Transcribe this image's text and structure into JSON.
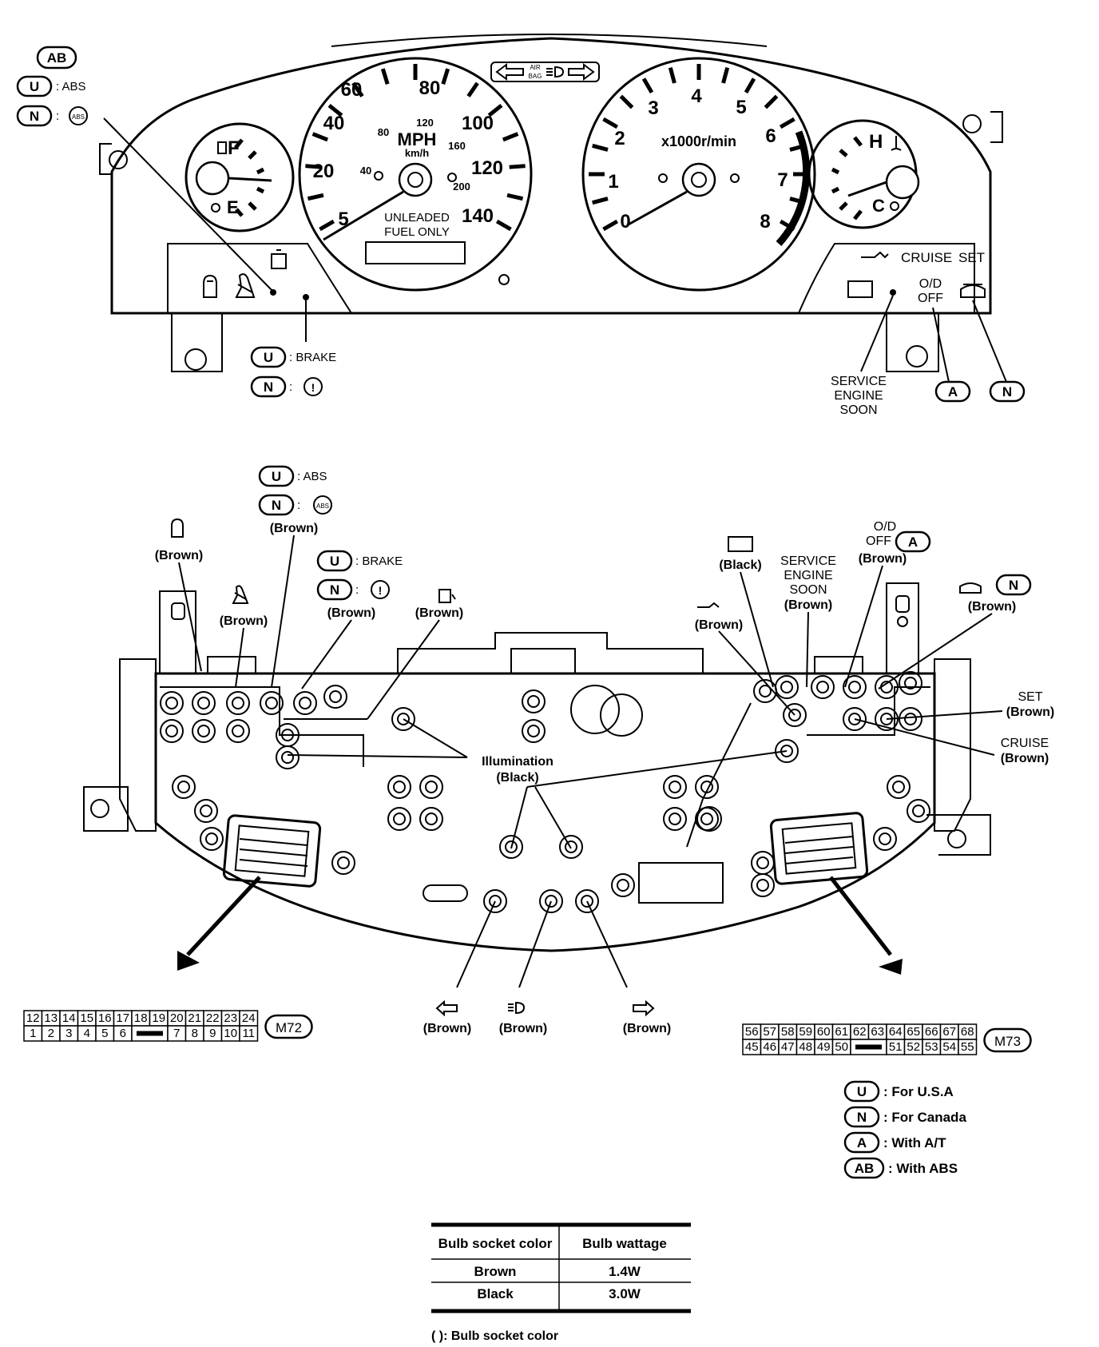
{
  "legend_top": {
    "ab_badge": "AB",
    "u_abs_badge": "U",
    "u_abs_text": ": ABS",
    "n_abs_badge": "N",
    "n_abs_text": ":",
    "abs_icon": "ABS"
  },
  "gauges": {
    "fuel_f": "F",
    "fuel_e": "E",
    "speed_ticks": [
      "20",
      "40",
      "60",
      "80",
      "100",
      "120",
      "140"
    ],
    "speed_kmh_ticks": [
      "40",
      "80",
      "120",
      "160",
      "200"
    ],
    "speed_zero": "5",
    "mph": "MPH",
    "kmh": "km/h",
    "unleaded_1": "UNLEADED",
    "unleaded_2": "FUEL ONLY",
    "tach_ticks": [
      "0",
      "1",
      "2",
      "3",
      "4",
      "5",
      "6",
      "7",
      "8"
    ],
    "tach_unit": "x1000r/min",
    "temp_h": "H",
    "temp_c": "C",
    "airbag_1": "AIR",
    "airbag_2": "BAG"
  },
  "top_labels": {
    "cruise": "CRUISE",
    "set": "SET",
    "od_1": "O/D",
    "od_2": "OFF",
    "service_1": "SERVICE",
    "service_2": "ENGINE",
    "service_3": "SOON",
    "a_badge": "A",
    "n_badge": "N",
    "brake_u_badge": "U",
    "brake_u_text": ": BRAKE",
    "brake_n_badge": "N",
    "brake_n_text": ":",
    "brake_icon": "!"
  },
  "back_labels": {
    "u_abs_badge": "U",
    "u_abs_text": ": ABS",
    "n_abs_badge": "N",
    "n_abs_text": ":",
    "abs_icon": "ABS",
    "abs_color": "(Brown)",
    "u_brake_badge": "U",
    "u_brake_text": ": BRAKE",
    "n_brake_badge": "N",
    "n_brake_text": ":",
    "brake_icon": "!",
    "brake_color": "(Brown)",
    "door_color": "(Brown)",
    "belt_color": "(Brown)",
    "fuel_color": "(Brown)",
    "battery_color": "(Black)",
    "service_1": "SERVICE",
    "service_2": "ENGINE",
    "service_3": "SOON",
    "service_color": "(Brown)",
    "od_1": "O/D",
    "od_2": "OFF",
    "od_badge": "A",
    "od_color": "(Brown)",
    "washer_badge": "N",
    "washer_color": "(Brown)",
    "oil_color": "(Brown)",
    "set": "SET",
    "set_color": "(Brown)",
    "cruise": "CRUISE",
    "cruise_color": "(Brown)",
    "illum_1": "Illumination",
    "illum_2": "(Black)",
    "left_turn_color": "(Brown)",
    "hibeam_color": "(Brown)",
    "right_turn_color": "(Brown)"
  },
  "connectors": {
    "m72": {
      "name": "M72",
      "top": [
        "12",
        "13",
        "14",
        "15",
        "16",
        "17",
        "18",
        "19",
        "20",
        "21",
        "22",
        "23",
        "24"
      ],
      "bottom_left": [
        "1",
        "2",
        "3",
        "4",
        "5",
        "6"
      ],
      "bottom_right": [
        "7",
        "8",
        "9",
        "10",
        "11"
      ]
    },
    "m73": {
      "name": "M73",
      "top": [
        "56",
        "57",
        "58",
        "59",
        "60",
        "61",
        "62",
        "63",
        "64",
        "65",
        "66",
        "67",
        "68"
      ],
      "bottom_left": [
        "45",
        "46",
        "47",
        "48",
        "49",
        "50"
      ],
      "bottom_right": [
        "51",
        "52",
        "53",
        "54",
        "55"
      ]
    }
  },
  "legend_bottom": [
    {
      "badge": "U",
      "text": ": For U.S.A"
    },
    {
      "badge": "N",
      "text": ": For Canada"
    },
    {
      "badge": "A",
      "text": ": With A/T"
    },
    {
      "badge": "AB",
      "text": ": With ABS"
    }
  ],
  "bulb_table": {
    "headers": [
      "Bulb socket color",
      "Bulb wattage"
    ],
    "rows": [
      [
        "Brown",
        "1.4W"
      ],
      [
        "Black",
        "3.0W"
      ]
    ]
  },
  "footnote": "(   ): Bulb socket color"
}
